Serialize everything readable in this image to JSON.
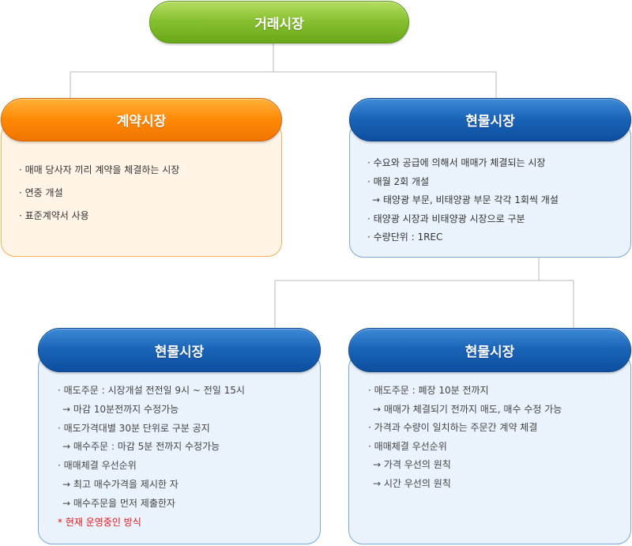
{
  "root": {
    "label": "거래시장"
  },
  "contract_market": {
    "label": "계약시장",
    "items": [
      "· 매매 당사자 끼리 계약을 체결하는 시장",
      "· 연중 개설",
      "· 표준계약서 사용"
    ]
  },
  "spot_market": {
    "label": "현물시장",
    "items": [
      "· 수요와 공급에 의해서 매매가 체결되는 시장",
      "· 매월 2회 개설",
      "→ 태양광 부문, 비태양광 부문 각각 1회씩 개설",
      "· 태양광 시장과 비태양광 시장으로 구분",
      "· 수량단위 : 1REC"
    ]
  },
  "spot_left": {
    "label": "현물시장",
    "items": [
      "· 매도주문 : 시장개설 전전일 9시 ~ 전일 15시",
      "→ 마감 10분전까지 수정가능",
      "· 매도가격대별 30분 단위로 구분 공지",
      "→ 매수주문 : 마감 5분 전까지 수정가능",
      "· 매매체결 우선순위",
      "→  최고 매수가격을 제시한 자",
      "→ 매수주문을 먼저 제출한자",
      "* 현재 운영중인 방식"
    ]
  },
  "spot_right": {
    "label": "현물시장",
    "items": [
      "· 매도주문 : 폐장 10분 전까지",
      "→ 매매가 체결되기 전까지 매도, 매수 수정 가능",
      "· 가격과 수량이 일치하는 주문간 계약 체결",
      "· 매매체결 우선순위",
      "→ 가격 우선의 원칙",
      "→ 시간 우선의 원칙"
    ]
  },
  "colors": {
    "green": "#86c030",
    "orange": "#ff8a07",
    "blue": "#1a64b8",
    "note_red": "#e3141b",
    "connector": "#b8b8b8"
  }
}
